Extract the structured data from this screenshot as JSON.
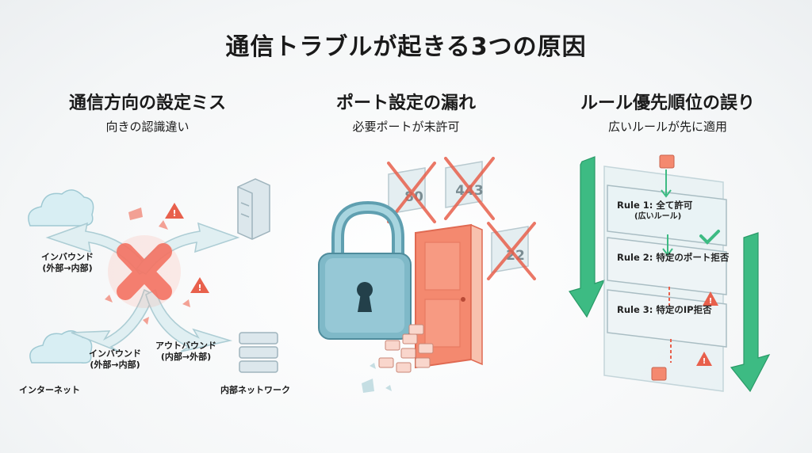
{
  "title": "通信トラブルが起きる3つの原因",
  "sections": [
    {
      "heading": "通信方向の設定ミス",
      "subheading": "向きの認識違い"
    },
    {
      "heading": "ポート設定の漏れ",
      "subheading": "必要ポートが未許可"
    },
    {
      "heading": "ルール優先順位の誤り",
      "subheading": "広いルールが先に適用"
    }
  ],
  "direction": {
    "inbound_top": [
      "インバウンド",
      "(外部→内部)"
    ],
    "inbound_bottom": [
      "インバウンド",
      "(外部→内部)"
    ],
    "outbound": [
      "アウトバウンド",
      "(内部→外部)"
    ],
    "internet": "インターネット",
    "internal": "内部ネットワーク"
  },
  "ports": {
    "p1": "80",
    "p2": "443",
    "p3": "22"
  },
  "rules": {
    "r1_title": "Rule 1: 全て許可",
    "r1_sub": "(広いルール)",
    "r2": "Rule 2: 特定のポート拒否",
    "r3": "Rule 3: 特定のIP拒否"
  },
  "colors": {
    "accent_red": "#f26b5b",
    "glass": "#bfe3ea",
    "green": "#3dbb83",
    "warning": "#e8604c"
  }
}
